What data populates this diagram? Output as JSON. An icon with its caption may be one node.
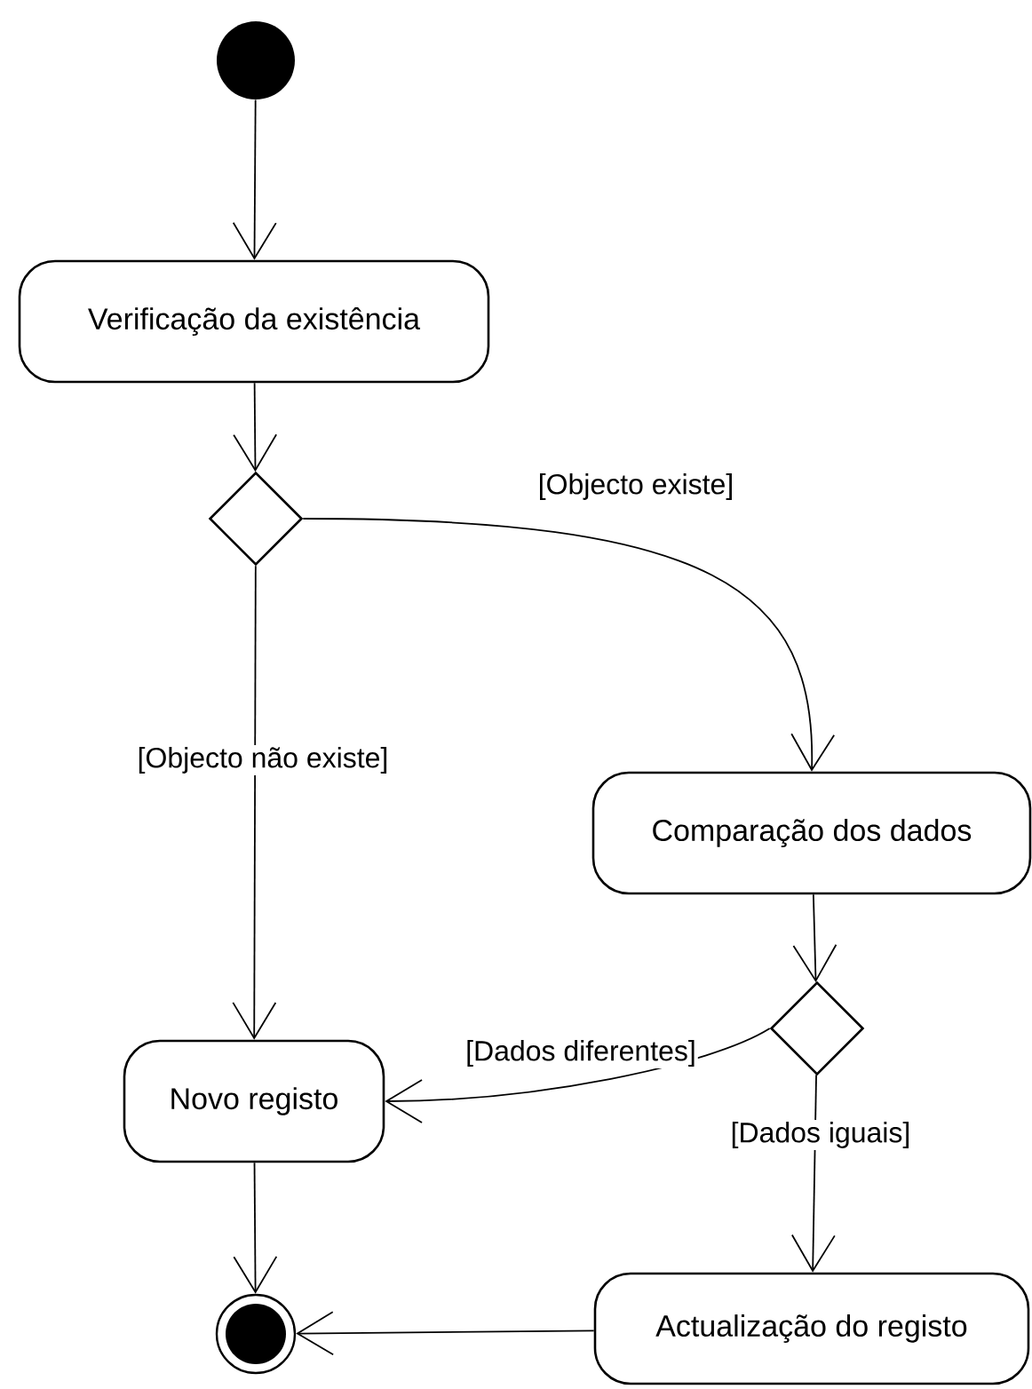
{
  "diagram": {
    "nodes": [
      {
        "text": [],
        "shape": "circle"
      },
      {
        "text": [
          "Verificação da existência"
        ]
      },
      {
        "text": [],
        "shape": "diamond"
      },
      {
        "text": [
          "Comparação dos dados"
        ]
      },
      {
        "text": [],
        "shape": "diamond"
      },
      {
        "text": [
          "Novo registo"
        ]
      },
      {
        "text": [
          "Actualização do registo"
        ]
      },
      {
        "text": [],
        "shape": "circle"
      }
    ],
    "edges": [
      {
        "from": 0,
        "to": 1,
        "arrow": "to"
      },
      {
        "from": 1,
        "to": 2,
        "arrow": "to"
      },
      {
        "from": 2,
        "to": 3,
        "arrow": "to",
        "label": "[Objecto existe]"
      },
      {
        "from": 2,
        "to": 5,
        "arrow": "to",
        "label": "[Objecto não existe]"
      },
      {
        "from": 3,
        "to": 4,
        "arrow": "to"
      },
      {
        "from": 4,
        "to": 5,
        "arrow": "to",
        "label": "[Dados diferentes]"
      },
      {
        "from": 4,
        "to": 6,
        "arrow": "to",
        "label": "[Dados iguais]"
      },
      {
        "from": 5,
        "to": 7,
        "arrow": "to"
      },
      {
        "from": 6,
        "to": 7,
        "arrow": "to"
      }
    ]
  }
}
